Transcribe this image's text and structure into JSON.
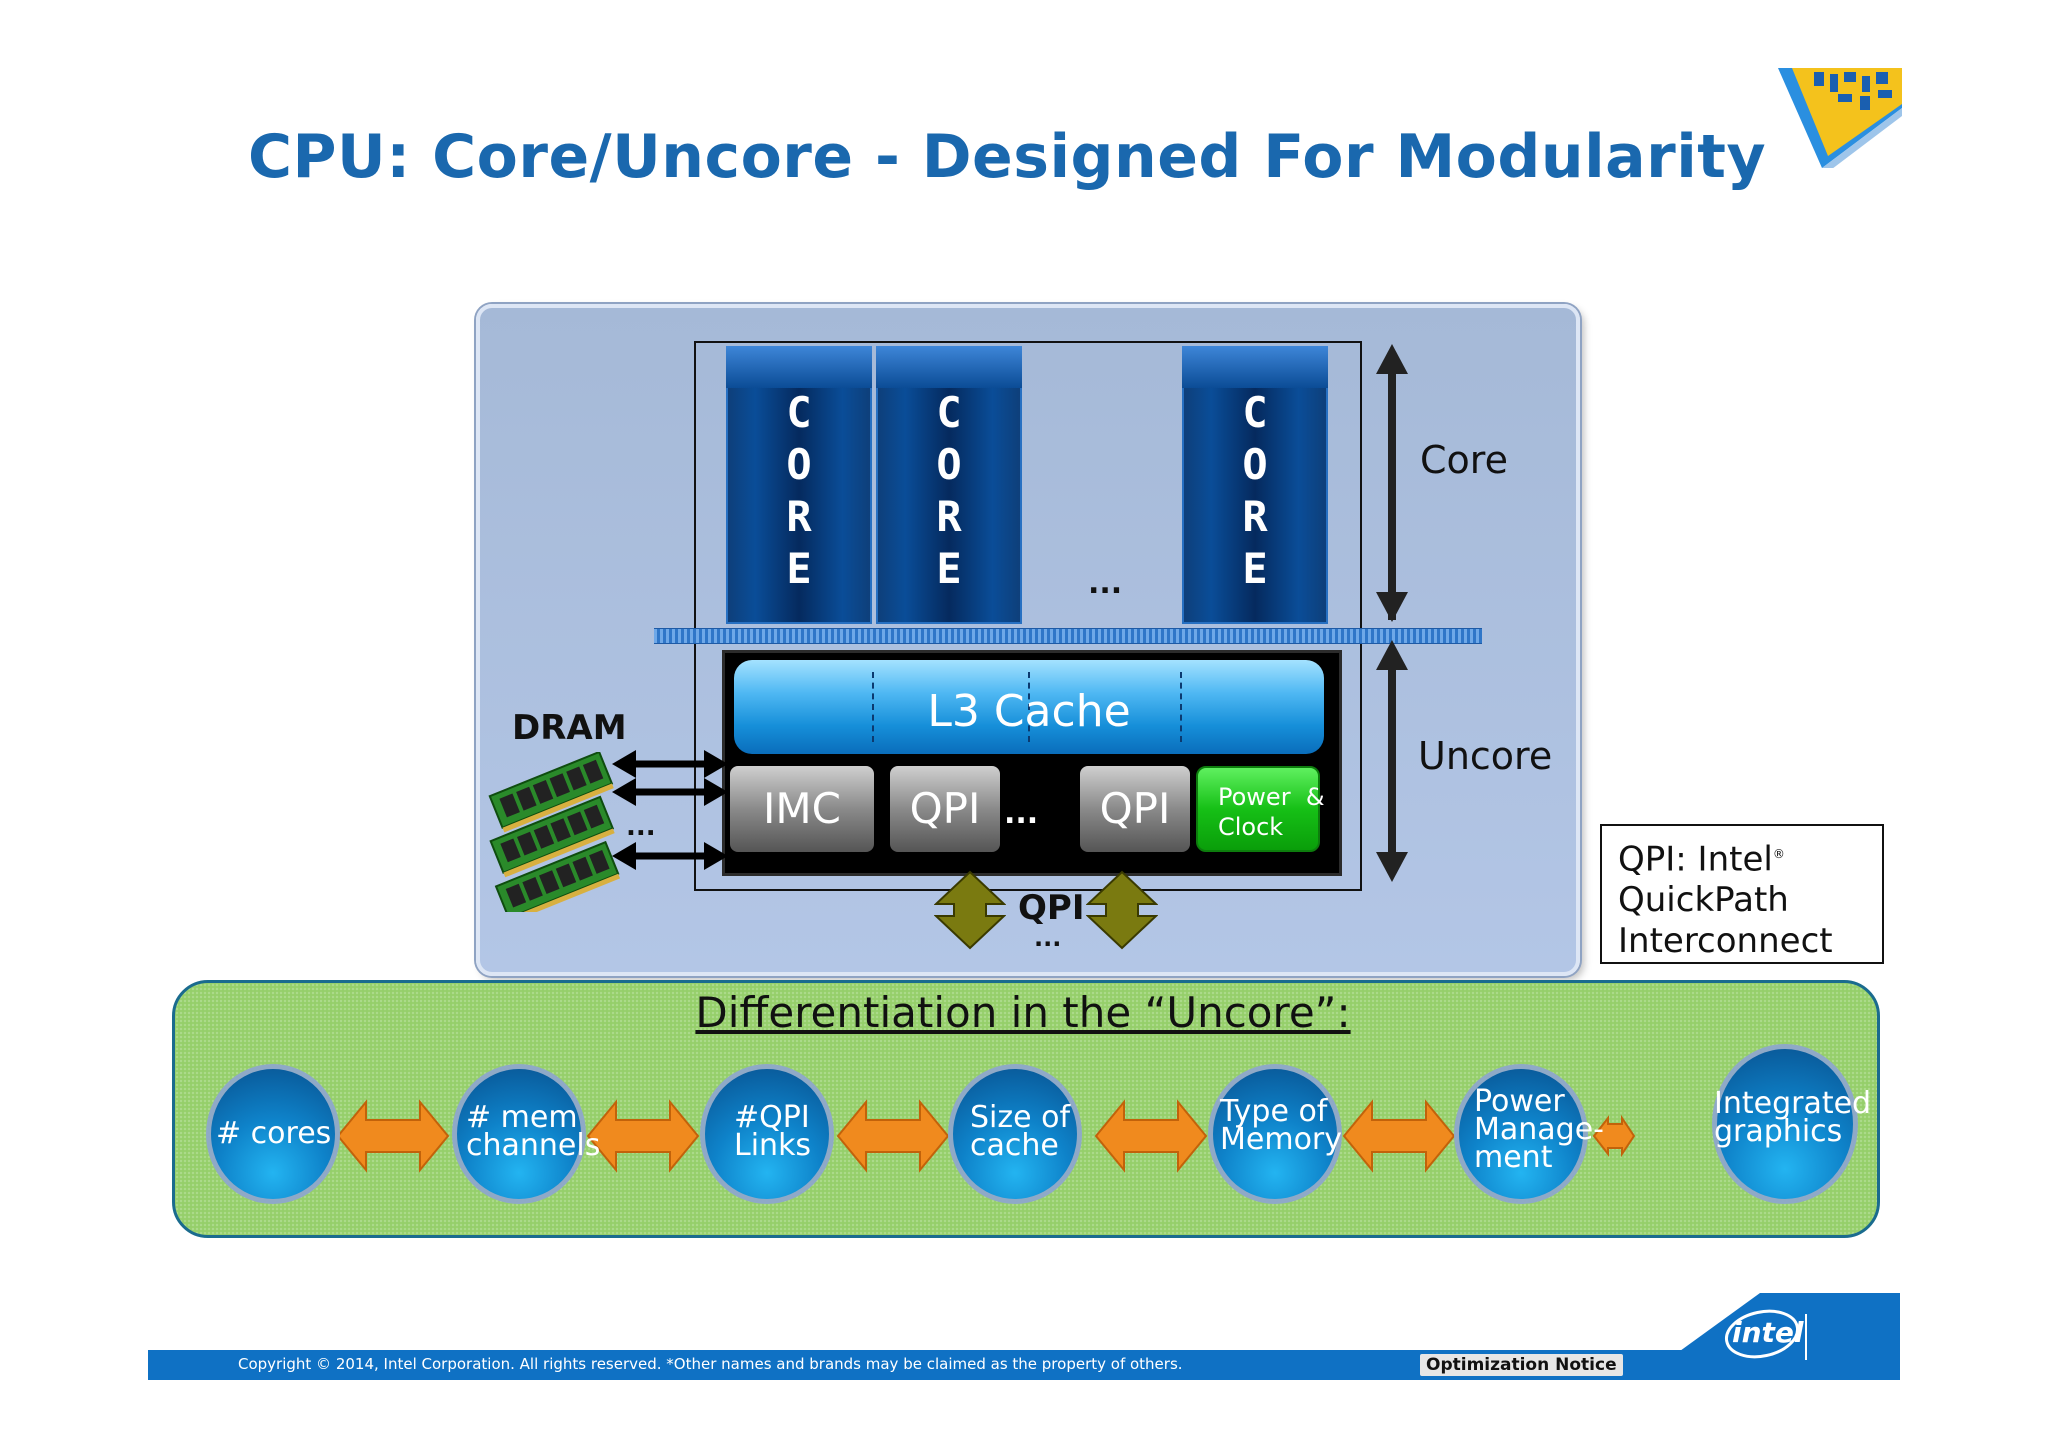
{
  "slide": {
    "title": "CPU: Core/Uncore - Designed For Modularity"
  },
  "diagram": {
    "core_letters": [
      "C",
      "O",
      "R",
      "E"
    ],
    "core_ellipsis": "...",
    "l3_cache": "L3 Cache",
    "units": {
      "imc": "IMC",
      "qpi_1": "QPI",
      "qpi_2": "QPI",
      "unit_ellipsis": "...",
      "power_line1": "Power  &",
      "power_line2": "Clock"
    },
    "dram_label": "DRAM",
    "dram_ellipsis": "...",
    "bottom_qpi": "QPI",
    "bottom_ellipsis": "...",
    "core_side_label": "Core",
    "uncore_side_label": "Uncore"
  },
  "qpi_legend": {
    "line1": "QPI: Intel",
    "reg_mark": "®",
    "line2": "QuickPath",
    "line3": "Interconnect"
  },
  "differentiation": {
    "heading": "Differentiation in the “Uncore”:",
    "nodes": [
      "# cores",
      "# mem\nchannels",
      "#QPI\nLinks",
      "Size of\ncache",
      "Type of\nMemory",
      "Power\nManage-\nment",
      "Integrated\ngraphics"
    ]
  },
  "footer": {
    "copyright": "Copyright © 2014, Intel Corporation. All rights reserved. *Other names and brands may be claimed as the property of others.",
    "optimization_notice": "Optimization Notice",
    "logo_text": "intel"
  },
  "colors": {
    "title_blue": "#1a68ae",
    "footer_blue": "#0f71c4",
    "panel_green": "#95cf6a",
    "power_green": "#16c016",
    "arrow_orange": "#f08a1e",
    "arrow_olive": "#7a7a10"
  }
}
